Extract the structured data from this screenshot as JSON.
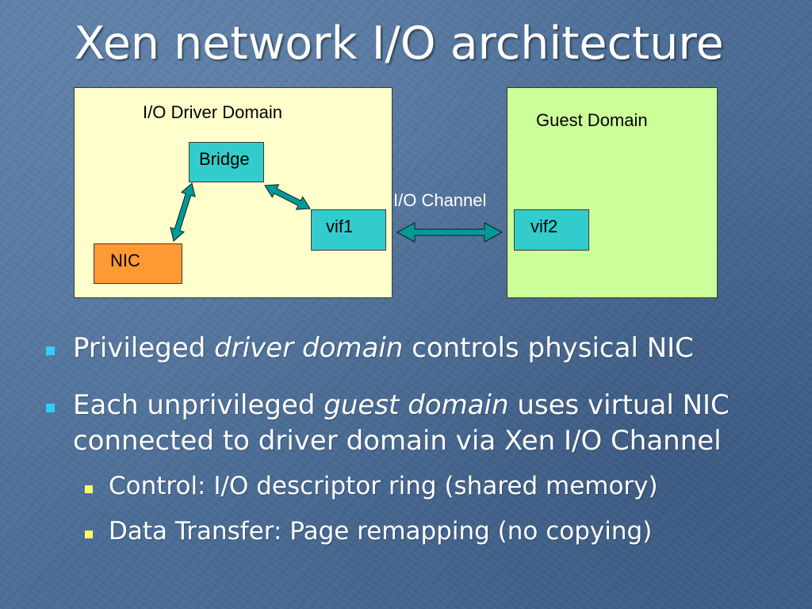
{
  "slide": {
    "title": "Xen network I/O architecture"
  },
  "diagram": {
    "driver_domain_label": "I/O Driver Domain",
    "guest_domain_label": "Guest Domain",
    "bridge_label": "Bridge",
    "vif1_label": "vif1",
    "vif2_label": "vif2",
    "nic_label": "NIC",
    "channel_label": "I/O Channel",
    "colors": {
      "driver_domain_bg": "#ffffcc",
      "guest_domain_bg": "#ccff99",
      "node_teal": "#33cccc",
      "nic_orange": "#ff9933",
      "arrow_fill": "#009999"
    }
  },
  "bullets": [
    {
      "level": 1,
      "lines": [
        [
          {
            "text": "Privileged ",
            "italic": false
          },
          {
            "text": "driver domain",
            "italic": true
          },
          {
            "text": " controls physical NIC",
            "italic": false
          }
        ]
      ]
    },
    {
      "level": 1,
      "lines": [
        [
          {
            "text": "Each unprivileged ",
            "italic": false
          },
          {
            "text": "guest domain",
            "italic": true
          },
          {
            "text": " uses virtual NIC",
            "italic": false
          }
        ],
        [
          {
            "text": "connected to driver domain via Xen I/O Channel",
            "italic": false
          }
        ]
      ]
    },
    {
      "level": 2,
      "lines": [
        [
          {
            "text": "Control: I/O descriptor ring (shared memory)",
            "italic": false
          }
        ]
      ]
    },
    {
      "level": 2,
      "lines": [
        [
          {
            "text": "Data Transfer: Page remapping (no copying)",
            "italic": false
          }
        ]
      ]
    }
  ]
}
